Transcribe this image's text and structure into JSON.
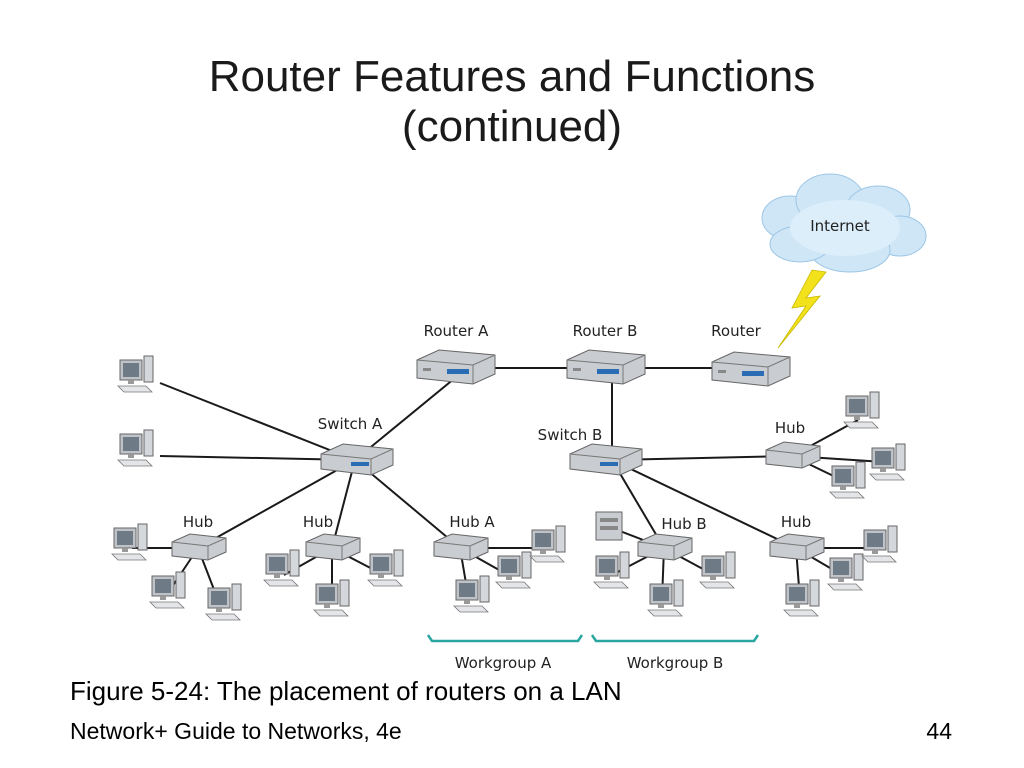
{
  "slide": {
    "title_line1": "Router Features and Functions",
    "title_line2": "(continued)",
    "caption": "Figure 5-24: The placement of routers on a LAN",
    "footer_text": "Network+ Guide to Networks, 4e",
    "page_number": "44"
  },
  "diagram": {
    "nodes": {
      "internet": "Internet",
      "router_a": "Router A",
      "router_b": "Router B",
      "router_c": "Router",
      "switch_a": "Switch A",
      "switch_b": "Switch B",
      "hub_1": "Hub",
      "hub_2": "Hub",
      "hub_a": "Hub A",
      "hub_b": "Hub B",
      "hub_5": "Hub",
      "hub_6": "Hub"
    },
    "workgroups": {
      "a": "Workgroup A",
      "b": "Workgroup B"
    }
  },
  "colors": {
    "device_fill": "#c9ccd0",
    "device_dark": "#7d8287",
    "port_color": "#2b6db5",
    "bracket_color": "#2aa6a0",
    "lightning": "#f2e21c",
    "cloud": "#cfe6f7"
  }
}
